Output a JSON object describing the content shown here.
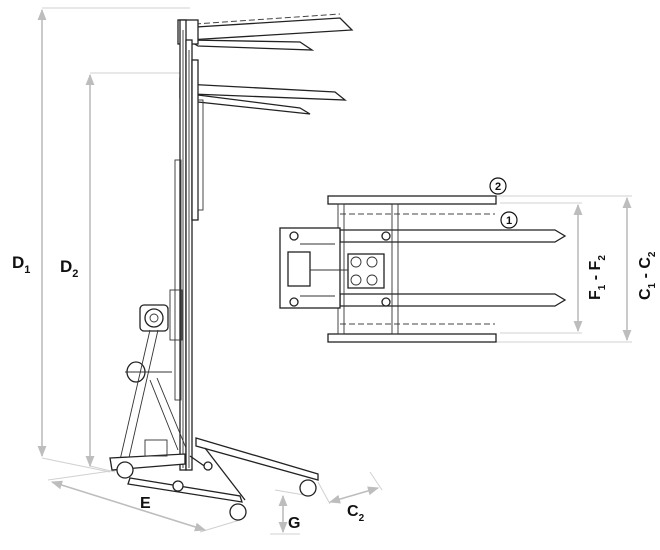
{
  "labels": {
    "d1": {
      "main": "D",
      "sub": "1"
    },
    "d2": {
      "main": "D",
      "sub": "2"
    },
    "e": "E",
    "g": "G",
    "c2": {
      "main": "C",
      "sub": "2"
    },
    "f": {
      "main1": "F",
      "sub1": "1",
      "sep": " - ",
      "main2": "F",
      "sub2": "2"
    },
    "c": {
      "main1": "C",
      "sub1": "1",
      "sep": " - ",
      "main2": "C",
      "sub2": "2"
    }
  },
  "callouts": {
    "position_1": "1",
    "position_2": "2"
  }
}
